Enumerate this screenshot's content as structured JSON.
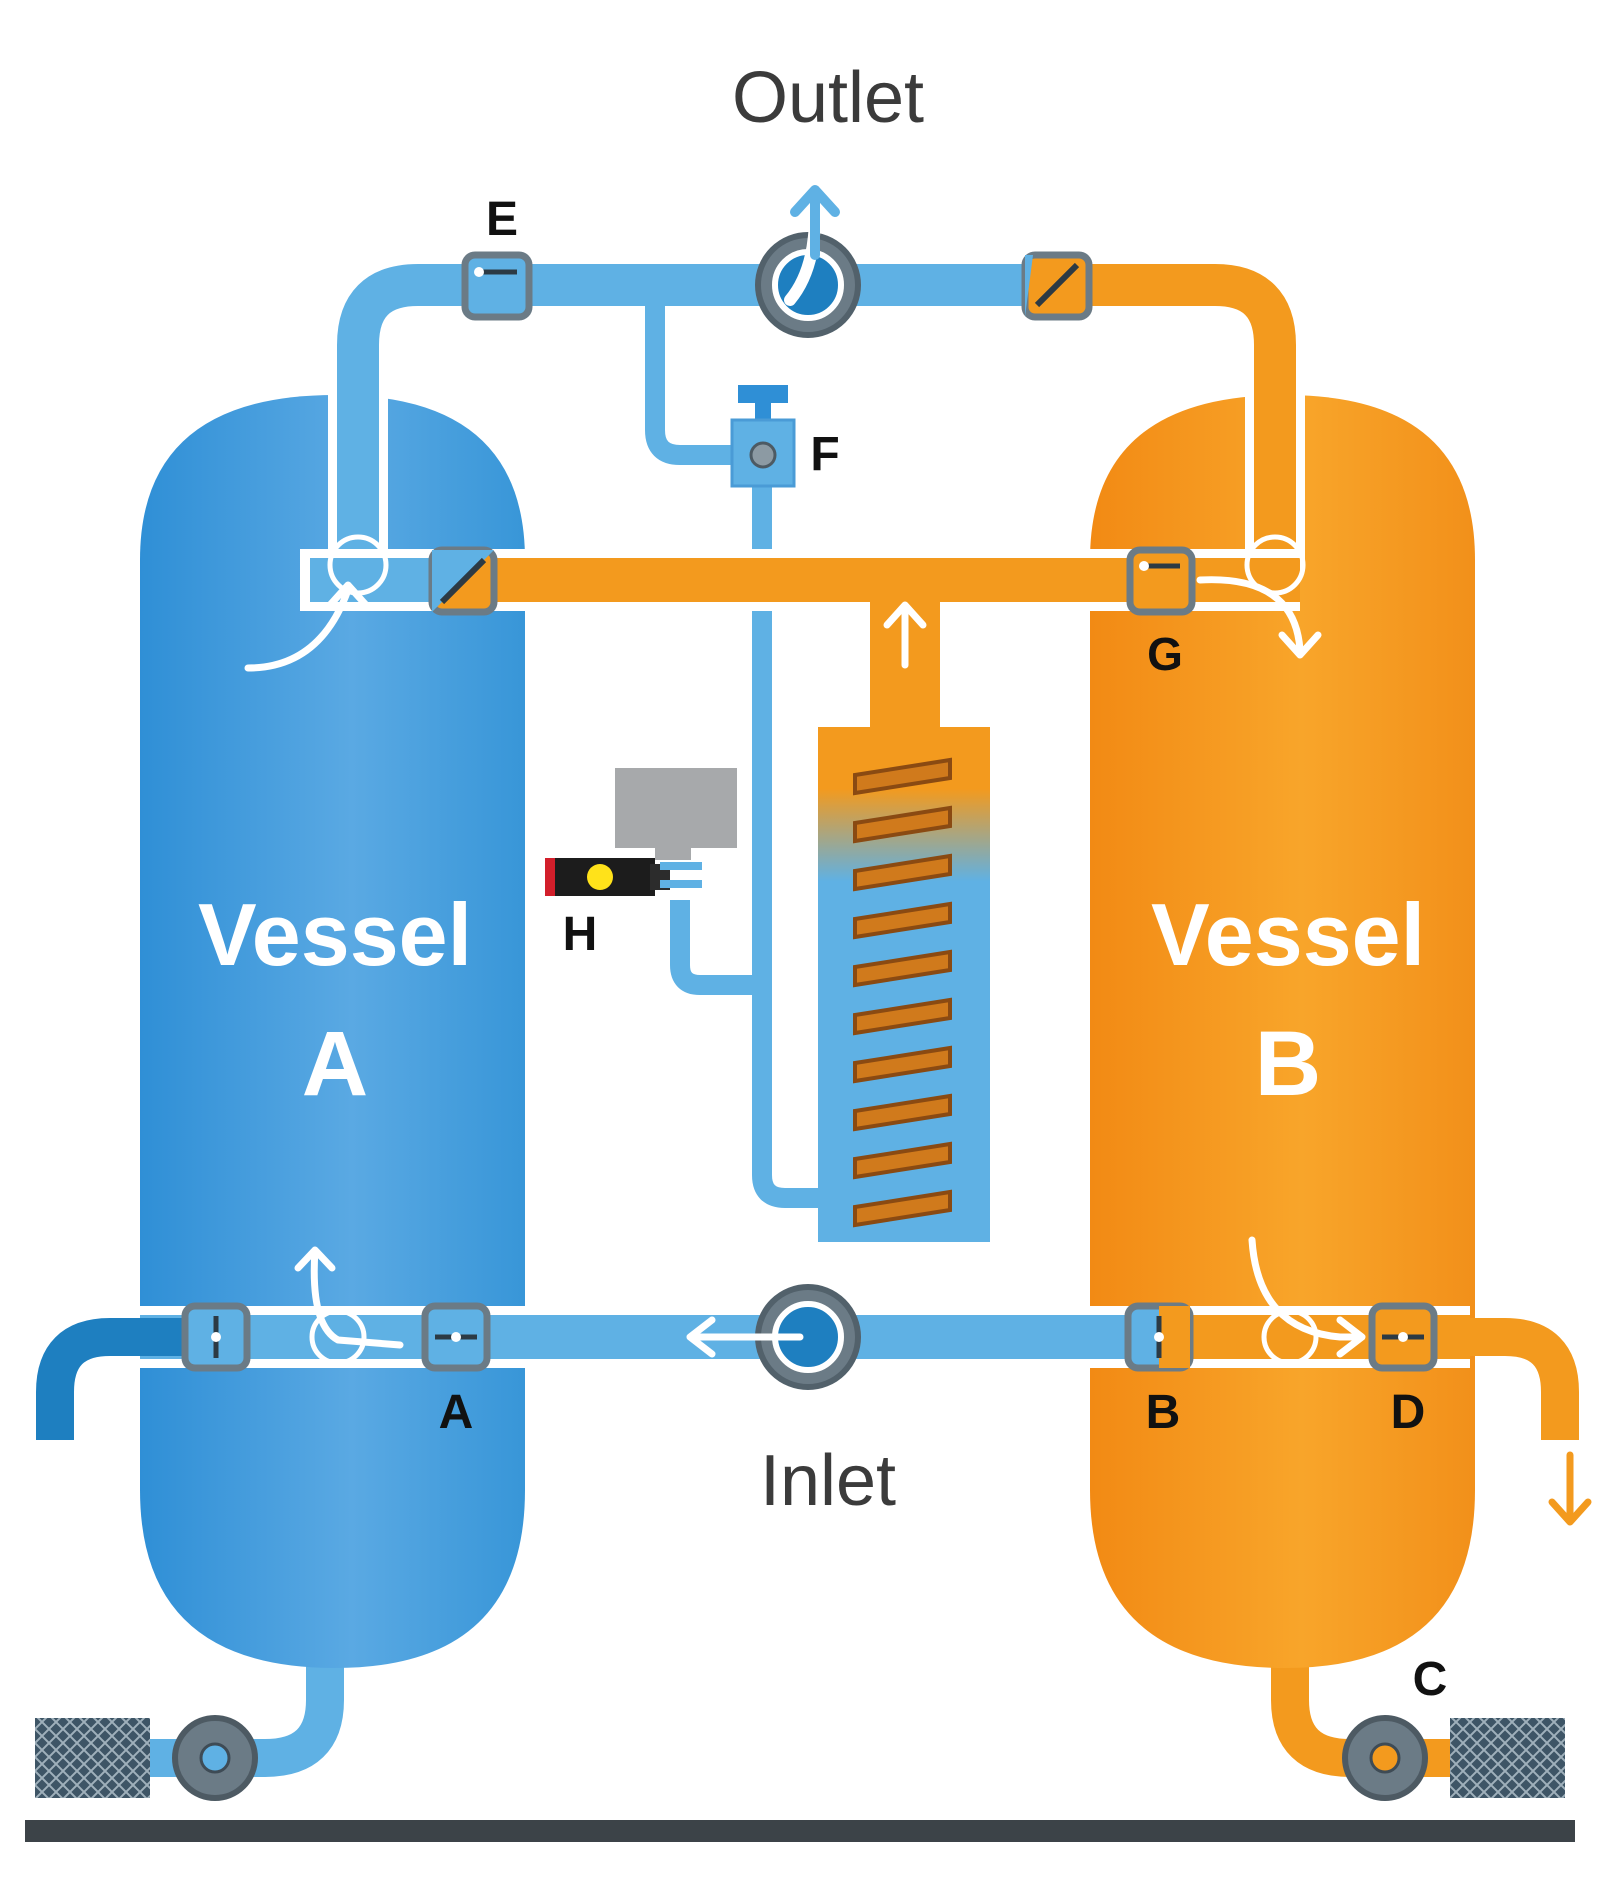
{
  "labels": {
    "outlet": "Outlet",
    "inlet": "Inlet",
    "vessel_a_word": "Vessel",
    "vessel_a_letter": "A",
    "vessel_b_word": "Vessel",
    "vessel_b_letter": "B",
    "valve_a": "A",
    "valve_b": "B",
    "valve_c": "C",
    "valve_d": "D",
    "valve_e": "E",
    "valve_f": "F",
    "valve_g": "G",
    "valve_h": "H"
  },
  "colors": {
    "dry_blue": "#4aa7e0",
    "vessel_blue": "#3a96d9",
    "regen_orange": "#f39a1e",
    "valve_gray": "#6b7b86",
    "base_bar": "#3c4348"
  }
}
